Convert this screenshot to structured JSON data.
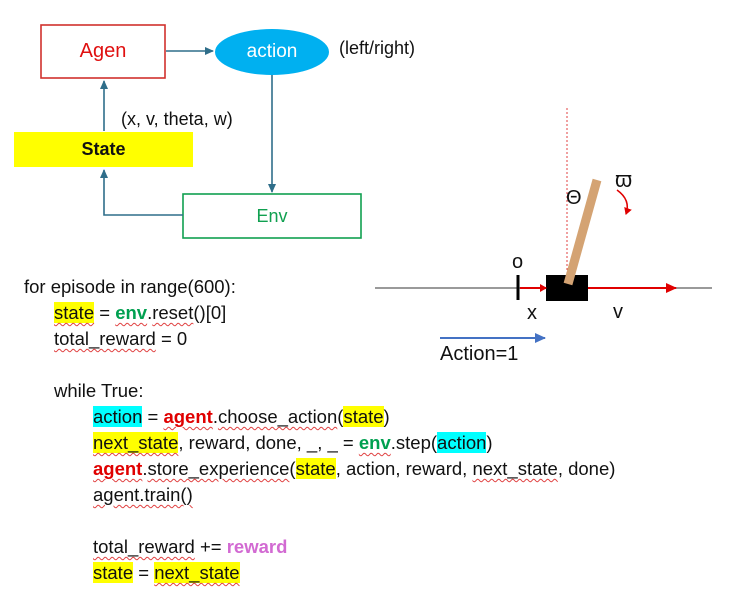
{
  "diagram": {
    "agent_label": "Agen",
    "action_label": "action",
    "action_note": "(left/right)",
    "state_label": "State",
    "state_note": "(x, v, theta, w)",
    "env_label": "Env"
  },
  "cartpole": {
    "theta_symbol": "Θ",
    "omega_symbol": "ϖ",
    "origin_label": "o",
    "x_label": "x",
    "v_label": "v",
    "action_text": "Action=1"
  },
  "code": {
    "l1": "for episode in range(600):",
    "l2": {
      "a": "state",
      "b": " = ",
      "c": "env",
      "d": ".",
      "e": "reset",
      "f": "()[0]"
    },
    "l3": {
      "a": "total_reward",
      "b": " = 0"
    },
    "l5": "while True:",
    "l6": {
      "a": "action",
      "b": " = ",
      "c": "agent",
      "d": ".",
      "e": "choose_action",
      "f": "(",
      "g": "state",
      "h": ")"
    },
    "l7": {
      "a": "next_state",
      "b": ", reward, done, _, _ = ",
      "c": "env",
      "d": ".step(",
      "e": "action",
      "f": ")"
    },
    "l8": {
      "a": "agent",
      "b": ".",
      "c": "store_experience",
      "d": "(",
      "e": "state",
      "f": ", action, reward, ",
      "g": "next_state",
      "h": ", done)"
    },
    "l9": "agent.train()",
    "l11": {
      "a": "total_reward",
      "b": " += ",
      "c": "reward"
    },
    "l12": {
      "a": "state",
      "b": " = ",
      "c": "next_state"
    }
  },
  "colors": {
    "agent_border": "#d0312d",
    "agent_text": "#e01010",
    "action_fill": "#00b0f0",
    "state_fill": "#ffff00",
    "env_border": "#10a050",
    "env_text": "#10a050",
    "flow_arrow": "#2f6e8a",
    "velocity_arrow": "#e00000",
    "action_arrow": "#4472c4",
    "pole": "#d4a373"
  }
}
